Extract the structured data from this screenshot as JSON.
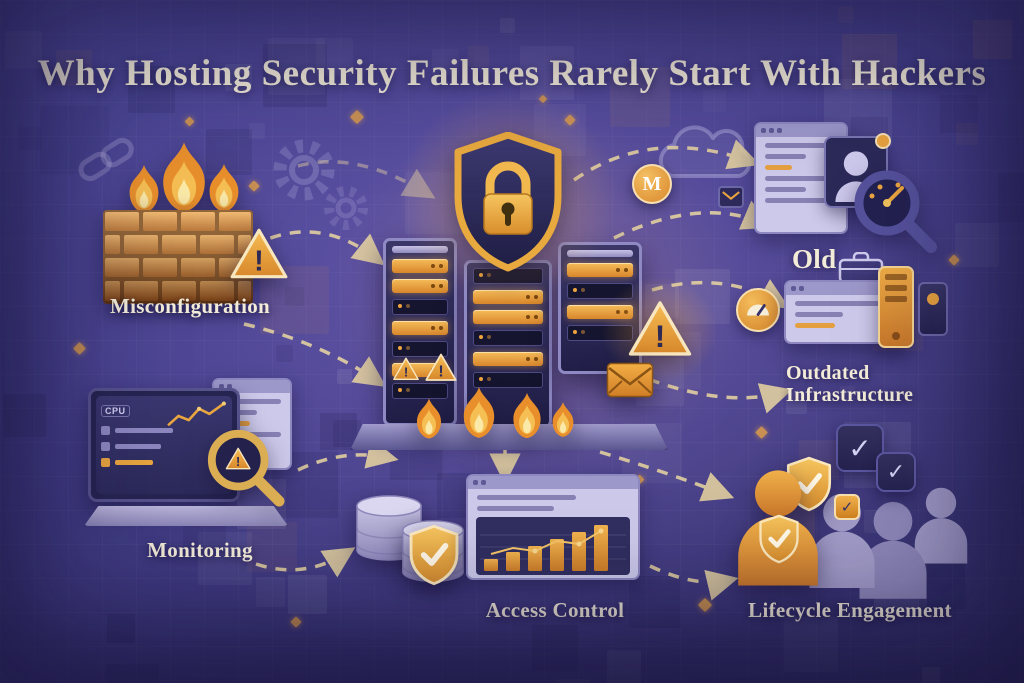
{
  "title": "Why Hosting Security Failures Rarely Start With Hackers",
  "labels": {
    "misconfiguration": "Misconfiguration",
    "monitoring": "Monitoring",
    "old": "Old",
    "outdated_infrastructure": "Outdated Infrastructure",
    "access_control": "Access Control",
    "lifecycle_engagement": "Lifecycle Engagement"
  },
  "glyphs": {
    "warning_mark": "!",
    "check_mark": "✓",
    "m_badge": "M",
    "cpu": "CPU"
  },
  "colors": {
    "background_indigo": "#433e88",
    "accent_orange": "#e39a3b",
    "accent_gold": "#f2bc55",
    "cream": "#f2ead5",
    "navy": "#272550",
    "lavender": "#c7c3e4"
  }
}
